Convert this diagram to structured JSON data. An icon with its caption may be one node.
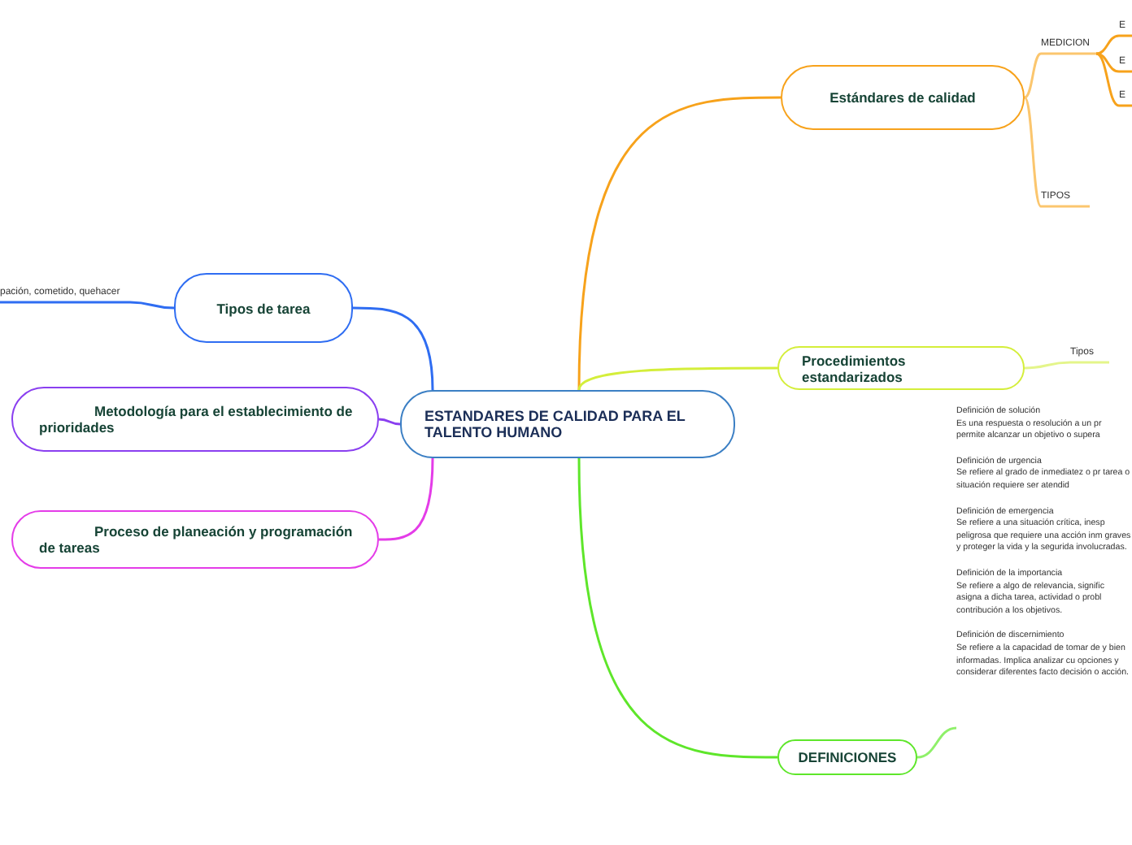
{
  "diagram": {
    "nodes": [
      {
        "text": [
          "ESTANDARES DE CALIDAD PARA EL TALENTO HUMANO"
        ]
      },
      {
        "text": [
          "Estándares de calidad"
        ]
      },
      {
        "text": [
          "MEDICION"
        ]
      },
      {
        "text": [
          "E"
        ]
      },
      {
        "text": [
          "E"
        ]
      },
      {
        "text": [
          "E"
        ]
      },
      {
        "text": [
          "TIPOS"
        ]
      },
      {
        "text": [
          "Procedimientos estandarizados"
        ]
      },
      {
        "text": [
          "Tipos"
        ]
      },
      {
        "text": [
          "DEFINICIONES"
        ]
      },
      {
        "text": [
          "Definición de solución",
          "Es una respuesta o resolución a un pr permite alcanzar un objetivo o supera",
          "Definición de urgencia",
          "Se refiere al grado de inmediatez o pr tarea o situación requiere ser atendid",
          "Definición de emergencia",
          "Se refiere a una situación crítica, inesp peligrosa que requiere una acción inm graves y proteger la vida y la segurida involucradas.",
          "Definición de la importancia",
          "Se refiere a algo de relevancia, signific asigna a dicha tarea, actividad o probl contribución a los objetivos.",
          "Definición de discernimiento",
          "Se refiere a la capacidad de tomar de y bien informadas. Implica analizar cu opciones y considerar diferentes facto decisión o acción."
        ]
      },
      {
        "text": [
          "Tipos de tarea"
        ]
      },
      {
        "text": [
          "pación, cometido, quehacer"
        ]
      },
      {
        "text": [
          "Metodología para el establecimiento de prioridades"
        ]
      },
      {
        "text": [
          "Proceso de planeación y programación de tareas"
        ]
      }
    ],
    "edges": [
      {
        "from": 0,
        "to": 1,
        "arrow": "none",
        "color": "#f7a21b"
      },
      {
        "from": 1,
        "to": 2,
        "arrow": "none",
        "color": "#fbc66e"
      },
      {
        "from": 2,
        "to": 3,
        "arrow": "none",
        "color": "#f7a21b"
      },
      {
        "from": 2,
        "to": 4,
        "arrow": "none",
        "color": "#f7a21b"
      },
      {
        "from": 2,
        "to": 5,
        "arrow": "none",
        "color": "#f7a21b"
      },
      {
        "from": 1,
        "to": 6,
        "arrow": "none",
        "color": "#fbc66e"
      },
      {
        "from": 0,
        "to": 7,
        "arrow": "none",
        "color": "#d4ee3a"
      },
      {
        "from": 7,
        "to": 8,
        "arrow": "none",
        "color": "#e4f58a"
      },
      {
        "from": 0,
        "to": 9,
        "arrow": "none",
        "color": "#5ee62a"
      },
      {
        "from": 9,
        "to": 10,
        "arrow": "none",
        "color": "#8ff06a"
      },
      {
        "from": 0,
        "to": 11,
        "arrow": "none",
        "color": "#2f6df2"
      },
      {
        "from": 11,
        "to": 12,
        "arrow": "none",
        "color": "#2f6df2"
      },
      {
        "from": 0,
        "to": 13,
        "arrow": "none",
        "color": "#8a3ff0"
      },
      {
        "from": 0,
        "to": 14,
        "arrow": "none",
        "color": "#e43ce8"
      }
    ]
  }
}
